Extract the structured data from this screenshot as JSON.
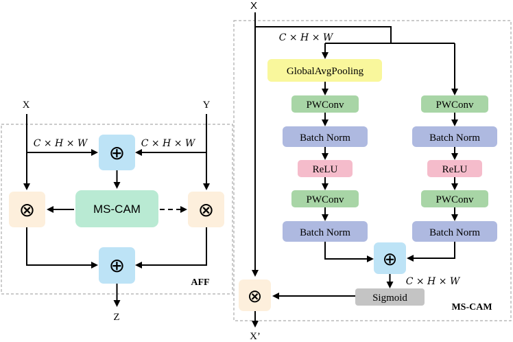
{
  "aff": {
    "input_x": "X",
    "input_y": "Y",
    "output_z": "Z",
    "dim_left": "C × H × W",
    "dim_right": "C × H × W",
    "add_top_symbol": "⊕",
    "add_bottom_symbol": "⊕",
    "mul_left_symbol": "⊗",
    "mul_right_symbol": "⊗",
    "ms_cam_label": "MS-CAM",
    "block_label": "AFF"
  },
  "ms_cam": {
    "input_x": "X",
    "output_x": "X’",
    "dim_top": "C × H × W",
    "dim_bottom": "C × H × W",
    "left_branch": [
      "GlobalAvgPooling",
      "PWConv",
      "Batch Norm",
      "ReLU",
      "PWConv",
      "Batch Norm"
    ],
    "right_branch": [
      "PWConv",
      "Batch Norm",
      "ReLU",
      "PWConv",
      "Batch Norm"
    ],
    "add_symbol": "⊕",
    "sigmoid_label": "Sigmoid",
    "mul_symbol": "⊗",
    "block_label": "MS-CAM"
  },
  "colors": {
    "add_box": "#bde3f6",
    "mul_box": "#fdefdc",
    "ms_cam_box": "#b9ead3",
    "pooling_box": "#f9f79c",
    "pwconv_box": "#a8d5a6",
    "batchnorm_box": "#aeb9e0",
    "relu_box": "#f5bccb",
    "sigmoid_box": "#c4c4c4",
    "dashed_border": "#aaaaaa"
  }
}
